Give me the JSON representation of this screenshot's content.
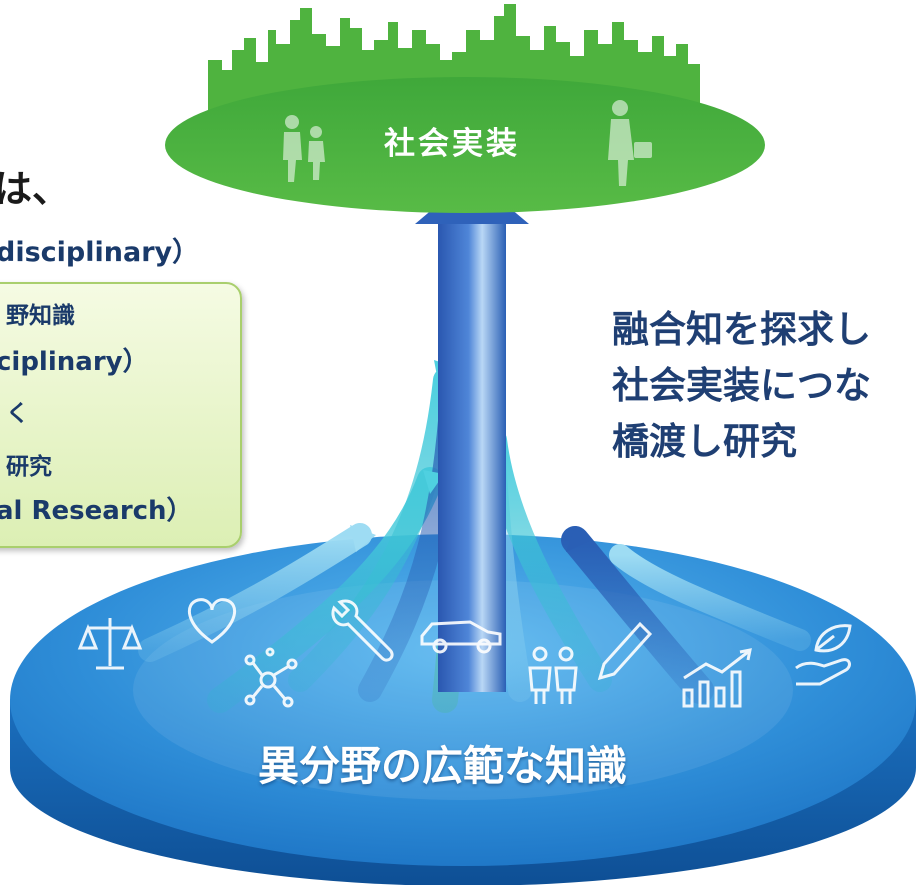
{
  "heading_fragment": "は、",
  "subtitle_fragment": "disciplinary）",
  "callout": {
    "line1": "野知識",
    "line2": "ciplinary）",
    "line3": "く",
    "line4": "研究",
    "line5": "al Research）"
  },
  "bridge_message": {
    "line1": "融合知を探求し",
    "line2": "社会実装につな",
    "line3": "橋渡し研究"
  },
  "city_label": "社会実装",
  "base_label": "異分野の広範な知識",
  "icons": [
    "scales-icon",
    "heart-icon",
    "network-icon",
    "wrench-icon",
    "car-icon",
    "people-icon",
    "pencil-icon",
    "growth-chart-icon",
    "hand-leaf-icon"
  ],
  "colors": {
    "city_green": "#4fb33f",
    "base_blue": "#2f8ed8",
    "arrow_blue": "#2a5fb5",
    "arrow_teal": "#29b7c9",
    "arrow_green": "#3fbf6a",
    "callout_fill": "#e6f4c8",
    "text_navy": "#1f3f73"
  }
}
